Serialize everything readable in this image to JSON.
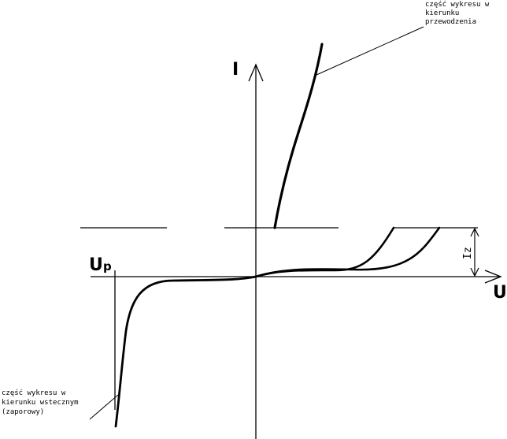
{
  "diagram": {
    "axis_current_label": "I",
    "axis_voltage_label": "U",
    "breakdown_voltage_label": "U",
    "breakdown_voltage_subscript": "p",
    "height_marker_label": "Iz",
    "annotation_forward": [
      "część wykresu w",
      "kierunku",
      "przewodzenia"
    ],
    "annotation_reverse": [
      "część wykresu w",
      "kierunku wstecznym",
      "(zaporowy)"
    ]
  }
}
